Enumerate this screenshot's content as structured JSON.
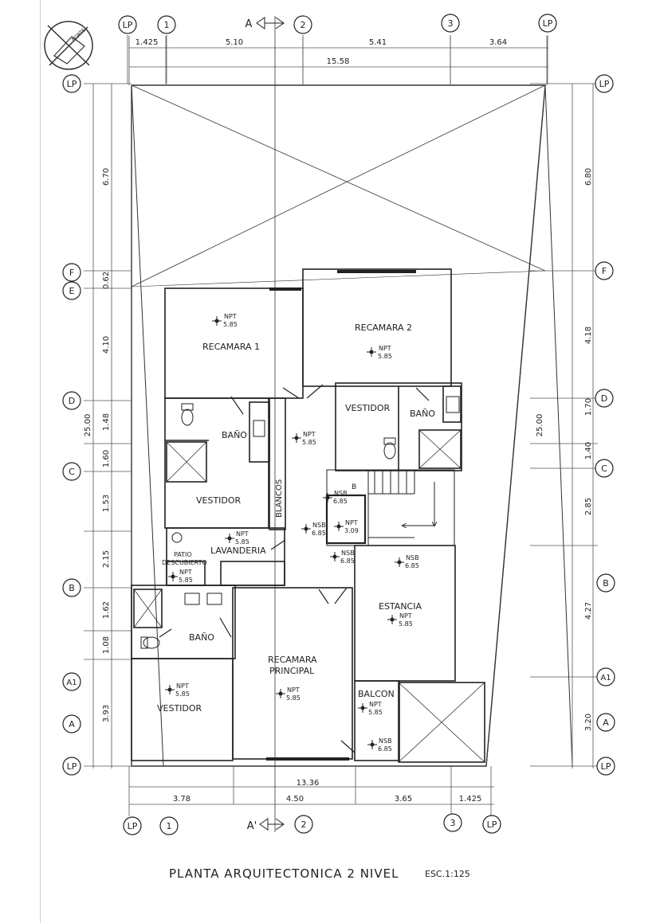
{
  "sheet": {
    "title": "PLANTA ARQUITECTONICA 2 NIVEL",
    "scale": "ESC.1:125",
    "stamp_text": "NORTE"
  },
  "axes": {
    "top": [
      {
        "id": "top-lp-left",
        "label": "LP"
      },
      {
        "id": "top-1",
        "label": "1"
      },
      {
        "id": "top-2",
        "label": "2"
      },
      {
        "id": "top-3",
        "label": "3"
      },
      {
        "id": "top-lp-right",
        "label": "LP"
      }
    ],
    "bottom": [
      {
        "id": "bot-lp-left",
        "label": "LP"
      },
      {
        "id": "bot-1",
        "label": "1"
      },
      {
        "id": "bot-2",
        "label": "2"
      },
      {
        "id": "bot-3",
        "label": "3"
      },
      {
        "id": "bot-lp-right",
        "label": "LP"
      }
    ],
    "left": [
      {
        "id": "l-lp-top",
        "label": "LP"
      },
      {
        "id": "l-f",
        "label": "F"
      },
      {
        "id": "l-e",
        "label": "E"
      },
      {
        "id": "l-d",
        "label": "D"
      },
      {
        "id": "l-c",
        "label": "C"
      },
      {
        "id": "l-b",
        "label": "B"
      },
      {
        "id": "l-a1",
        "label": "A1"
      },
      {
        "id": "l-a",
        "label": "A"
      },
      {
        "id": "l-lp-bot",
        "label": "LP"
      }
    ],
    "right": [
      {
        "id": "r-lp-top",
        "label": "LP"
      },
      {
        "id": "r-f",
        "label": "F"
      },
      {
        "id": "r-d",
        "label": "D"
      },
      {
        "id": "r-c",
        "label": "C"
      },
      {
        "id": "r-b",
        "label": "B"
      },
      {
        "id": "r-a1",
        "label": "A1"
      },
      {
        "id": "r-a",
        "label": "A"
      },
      {
        "id": "r-lp-bot",
        "label": "LP"
      }
    ],
    "section_top": "A",
    "section_bottom": "A'"
  },
  "dimensions": {
    "top_partial": [
      "1.425",
      "5.10",
      "5.41",
      "3.64"
    ],
    "top_total": "15.58",
    "bottom_partial": [
      "3.78",
      "4.50",
      "3.65",
      "1.425"
    ],
    "bottom_total": "13.36",
    "left_partial": [
      "6.70",
      "0.62",
      "4.10",
      "1.48",
      "1.60",
      "1.53",
      "2.15",
      "1.62",
      "1.08",
      "3.93"
    ],
    "left_total": "25.00",
    "right_partial": [
      "6.80",
      "4.18",
      "1.70",
      "1.40",
      "2.85",
      "4.27",
      "3.20"
    ],
    "right_total": "25.00"
  },
  "rooms": [
    {
      "id": "recamara-1",
      "label": "RECAMARA 1"
    },
    {
      "id": "recamara-2",
      "label": "RECAMARA 2"
    },
    {
      "id": "vestidor-upper-right",
      "label": "VESTIDOR"
    },
    {
      "id": "bano-upper-right",
      "label": "BAÑO"
    },
    {
      "id": "bano-upper-left",
      "label": "BAÑO"
    },
    {
      "id": "vestidor-upper-left",
      "label": "VESTIDOR"
    },
    {
      "id": "blancos",
      "label": "BLANCOS"
    },
    {
      "id": "lavanderia",
      "label": "LAVANDERIA"
    },
    {
      "id": "patio-1",
      "label": "PATIO"
    },
    {
      "id": "patio-2",
      "label": "DESCUBIERTO"
    },
    {
      "id": "estancia",
      "label": "ESTANCIA"
    },
    {
      "id": "bano-lower-left",
      "label": "BAÑO"
    },
    {
      "id": "recamara-principal-1",
      "label": "RECAMARA"
    },
    {
      "id": "recamara-principal-2",
      "label": "PRINCIPAL"
    },
    {
      "id": "vestidor-lower-left",
      "label": "VESTIDOR"
    },
    {
      "id": "balcon",
      "label": "BALCON"
    }
  ],
  "levels": [
    {
      "id": "lv-rec1",
      "tag": "NPT",
      "value": "5.85"
    },
    {
      "id": "lv-rec2",
      "tag": "NPT",
      "value": "5.85"
    },
    {
      "id": "lv-hall",
      "tag": "NPT",
      "value": "5.85"
    },
    {
      "id": "lv-nsb-1",
      "tag": "NSB",
      "value": "6.85"
    },
    {
      "id": "lv-nsb-2",
      "tag": "NSB",
      "value": "6.85"
    },
    {
      "id": "lv-npt-stair",
      "tag": "NPT",
      "value": "3.09"
    },
    {
      "id": "lv-nsb-3",
      "tag": "NSB",
      "value": "6.85"
    },
    {
      "id": "lv-nsb-4",
      "tag": "NSB",
      "value": "6.85"
    },
    {
      "id": "lv-lav",
      "tag": "NPT",
      "value": "5.85"
    },
    {
      "id": "lv-patio",
      "tag": "NPT",
      "value": "5.85"
    },
    {
      "id": "lv-estancia",
      "tag": "NPT",
      "value": "5.85"
    },
    {
      "id": "lv-vest-low",
      "tag": "NPT",
      "value": "5.85"
    },
    {
      "id": "lv-rec-pr",
      "tag": "NPT",
      "value": "5.85"
    },
    {
      "id": "lv-balcon",
      "tag": "NPT",
      "value": "5.85"
    },
    {
      "id": "lv-nsb-5",
      "tag": "NSB",
      "value": "6.85"
    }
  ],
  "stair_mark": "B"
}
